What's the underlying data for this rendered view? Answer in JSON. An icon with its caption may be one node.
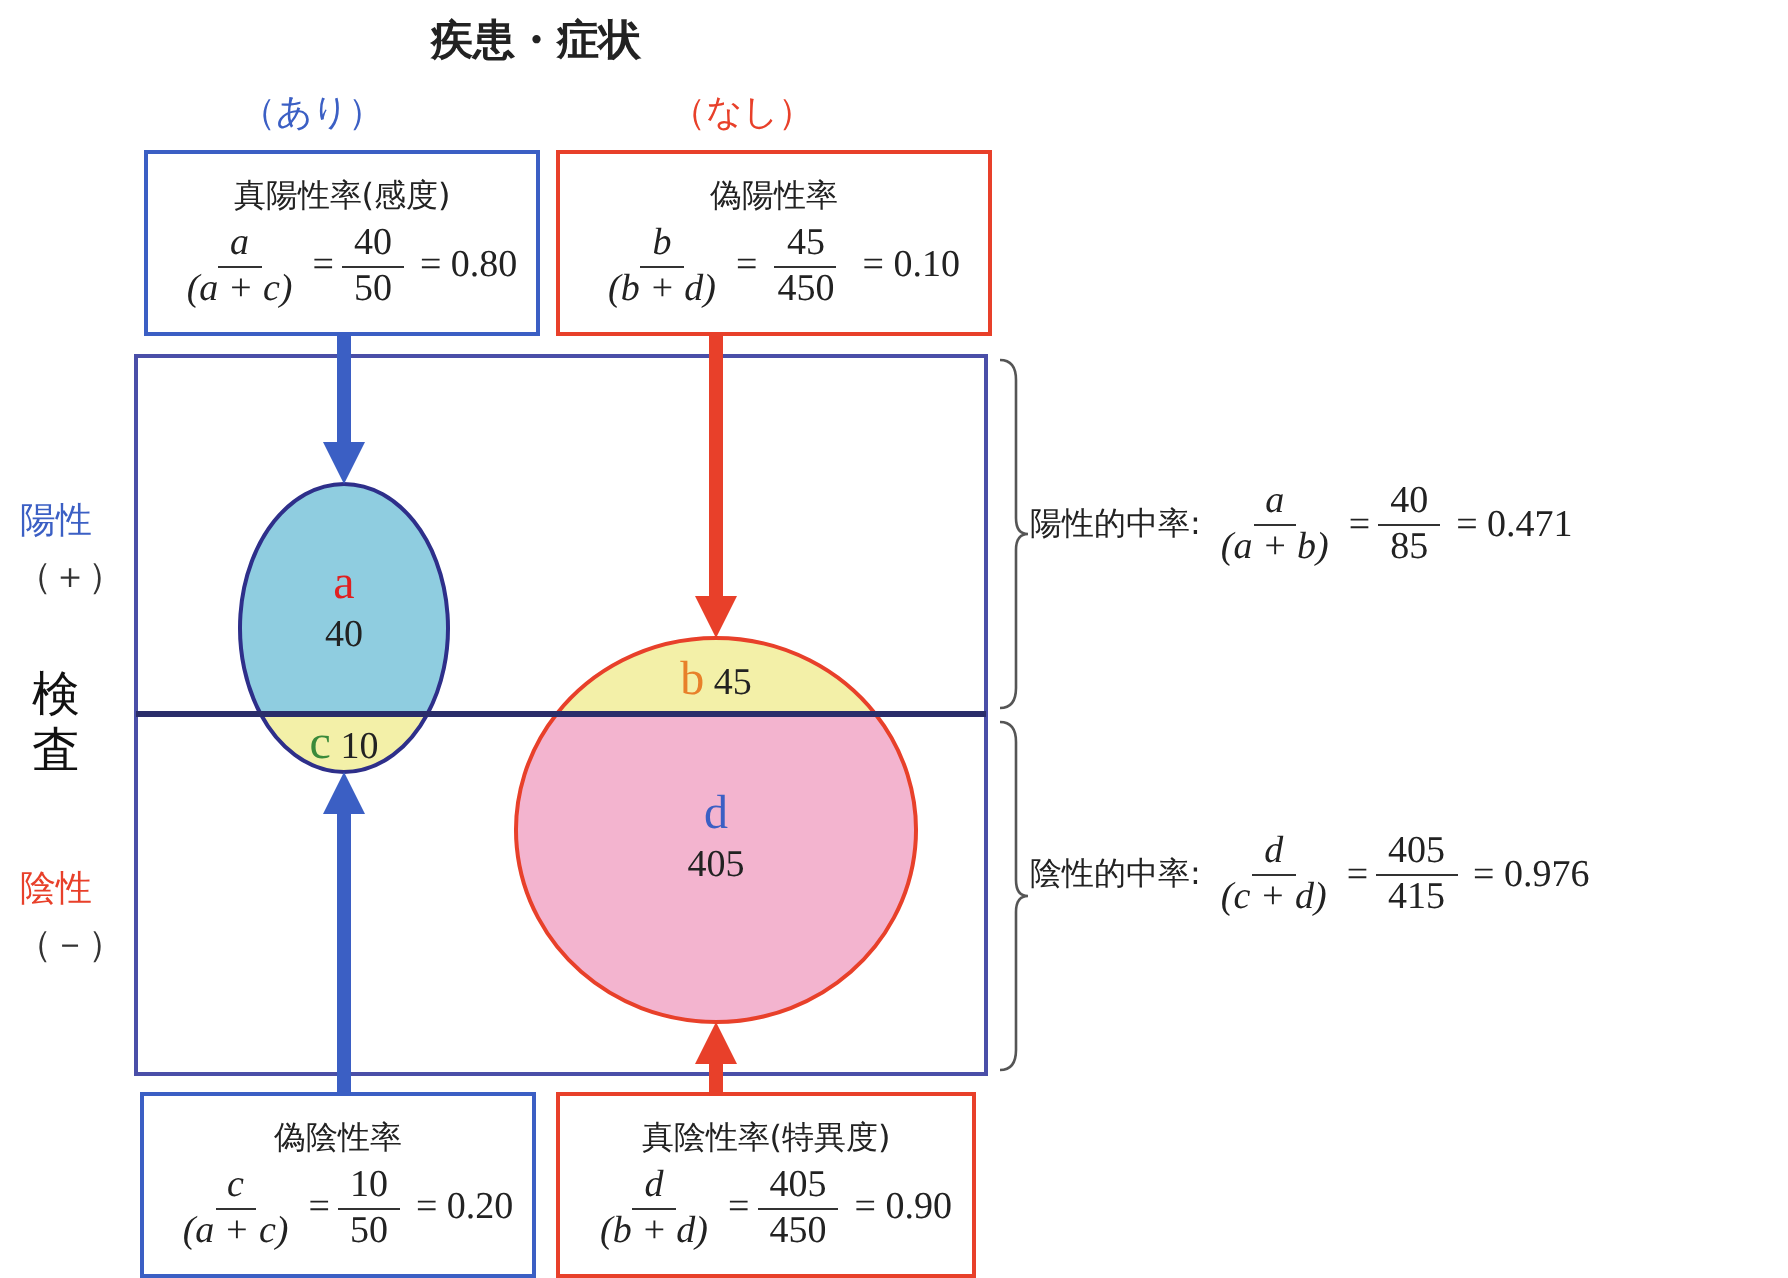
{
  "diagram": {
    "title": "疾患・症状",
    "nodes": [
      {
        "text": [
          "真陽性率(感度)",
          "a",
          "(a + c)",
          "=",
          "40",
          "50",
          "= 0.80"
        ]
      },
      {
        "text": [
          "偽陽性率",
          "b",
          "(b + d)",
          "=",
          "45",
          "450",
          "= 0.10"
        ]
      },
      {
        "text": [
          "a",
          "40"
        ]
      },
      {
        "text": [
          "b",
          "45"
        ]
      },
      {
        "text": [
          "c",
          "10"
        ]
      },
      {
        "text": [
          "d",
          "405"
        ]
      },
      {
        "text": [
          "偽陰性率",
          "c",
          "(a + c)",
          "=",
          "10",
          "50",
          "= 0.20"
        ]
      },
      {
        "text": [
          "真陰性率(特異度)",
          "d",
          "(b + d)",
          "=",
          "405",
          "450",
          "= 0.90"
        ]
      }
    ],
    "edges": [
      {
        "from": 0,
        "to": 2,
        "arrow": "to",
        "color": "#3b5fc4"
      },
      {
        "from": 1,
        "to": 3,
        "arrow": "to",
        "color": "#e8402a"
      },
      {
        "from": 6,
        "to": 4,
        "arrow": "to",
        "color": "#3b5fc4"
      },
      {
        "from": 7,
        "to": 5,
        "arrow": "to",
        "color": "#e8402a"
      }
    ],
    "labels": [
      "（あり）",
      "（なし）",
      "陽性",
      "（＋）",
      "陽性的中率:",
      "a",
      "(a + b)",
      "=",
      "40",
      "85",
      "= 0.471",
      "検査",
      "陰性",
      "（－）",
      "陰性的中率:",
      "d",
      "(c + d)",
      "=",
      "405",
      "415",
      "= 0.976"
    ]
  }
}
